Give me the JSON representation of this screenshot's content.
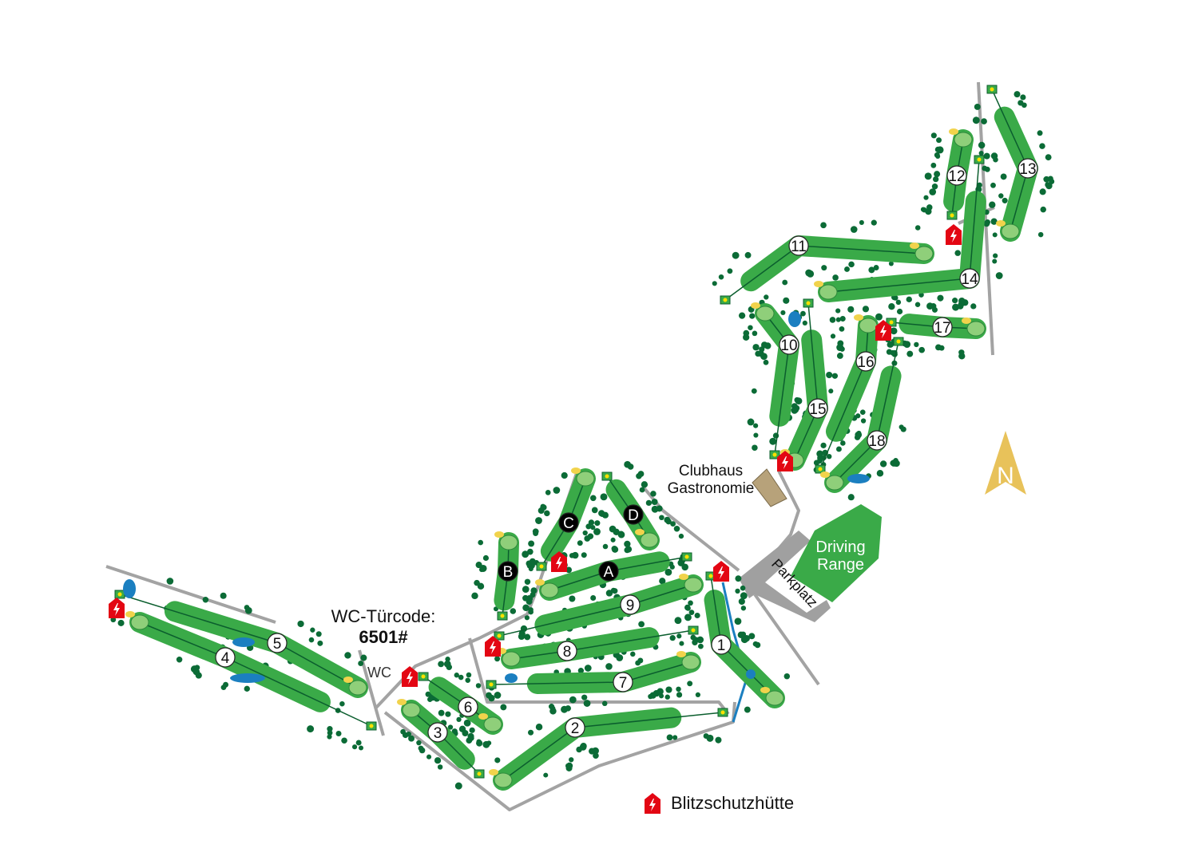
{
  "holes": [
    {
      "id": "1"
    },
    {
      "id": "2"
    },
    {
      "id": "3"
    },
    {
      "id": "4"
    },
    {
      "id": "5"
    },
    {
      "id": "6"
    },
    {
      "id": "7"
    },
    {
      "id": "8"
    },
    {
      "id": "9"
    },
    {
      "id": "10"
    },
    {
      "id": "11"
    },
    {
      "id": "12"
    },
    {
      "id": "13"
    },
    {
      "id": "14"
    },
    {
      "id": "15"
    },
    {
      "id": "16"
    },
    {
      "id": "17"
    },
    {
      "id": "18"
    },
    {
      "id": "A"
    },
    {
      "id": "B"
    },
    {
      "id": "C"
    },
    {
      "id": "D"
    }
  ],
  "labels": {
    "clubhouse_1": "Clubhaus",
    "clubhouse_2": "Gastronomie",
    "driving_1": "Driving",
    "driving_2": "Range",
    "parking": "Parkplatz",
    "wc": "WC",
    "wc_code_label": "WC-Türcode:",
    "wc_code": "6501#",
    "north": "N"
  },
  "legend": {
    "shelter_label": "Blitzschutzhütte",
    "icon": "lightning-shelter-icon"
  },
  "colors": {
    "fairway": "#3aaa48",
    "green": "#8fcf7a",
    "tree": "#0b6b36",
    "path": "#a3a3a3",
    "water": "#1b7fc0",
    "sand": "#f1d34c",
    "shelter": "#e30613",
    "compass": "#e8c25a"
  }
}
